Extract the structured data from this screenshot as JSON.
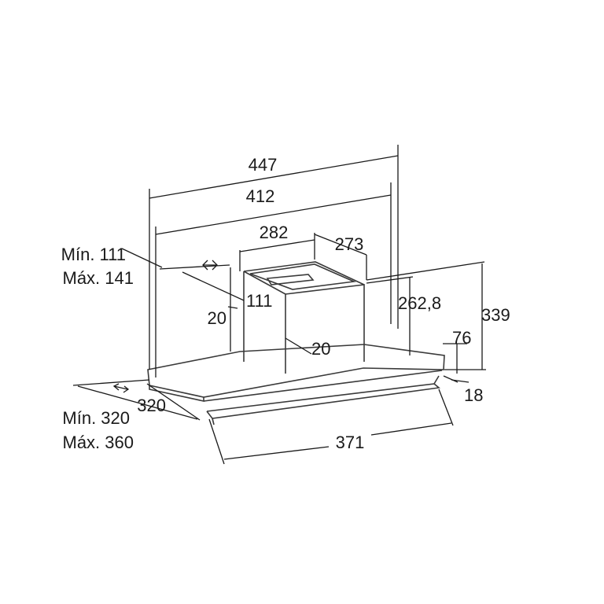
{
  "dimensions": {
    "overall_width": "447",
    "inner_width": "412",
    "chimney_width": "282",
    "chimney_depth": "273",
    "min_111": "Mín. 111",
    "max_141": "Máx. 141",
    "offset_111": "111",
    "gap_left": "20",
    "gap_front": "20",
    "height_262": "262,8",
    "height_339": "339",
    "height_76": "76",
    "height_18": "18",
    "depth_320": "320",
    "min_320": "Mín. 320",
    "max_360": "Máx. 360",
    "front_371": "371"
  },
  "colors": {
    "line": "#1a1a1a",
    "body": "#3a3a3a"
  }
}
